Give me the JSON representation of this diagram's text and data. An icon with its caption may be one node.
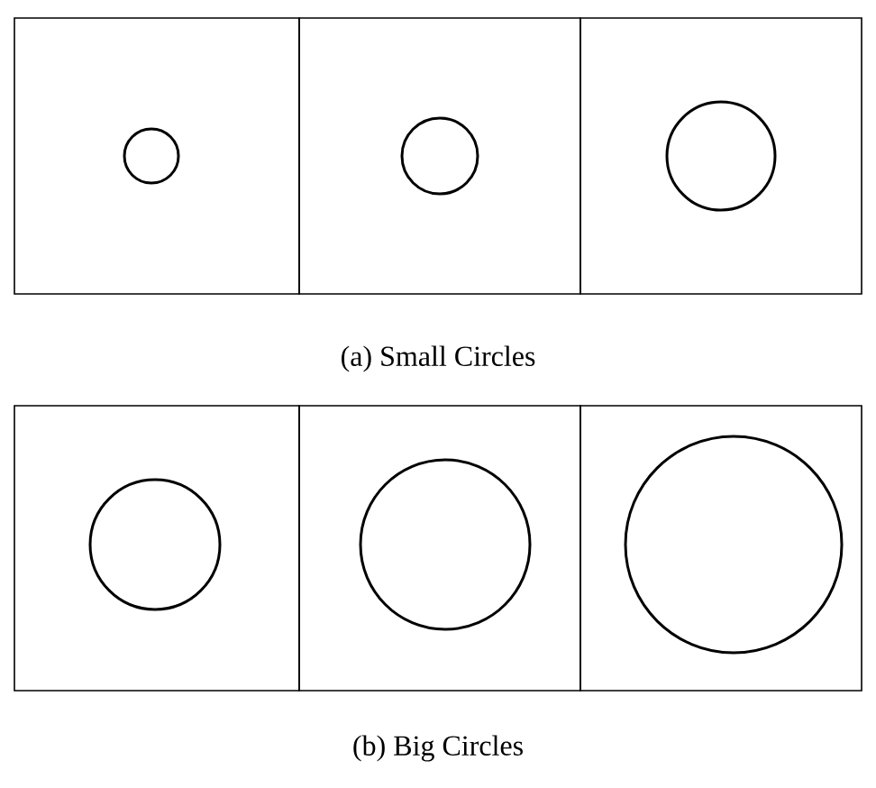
{
  "diagram": {
    "nodes": [
      {
        "text": [],
        "shape": "box"
      },
      {
        "text": [],
        "shape": "box"
      },
      {
        "text": [],
        "shape": "box"
      },
      {
        "text": [],
        "shape": "circle",
        "in": 0
      },
      {
        "text": [],
        "shape": "circle",
        "in": 1
      },
      {
        "text": [],
        "shape": "circle",
        "in": 2
      },
      {
        "text": [],
        "shape": "box"
      },
      {
        "text": [],
        "shape": "box"
      },
      {
        "text": [],
        "shape": "box"
      },
      {
        "text": [],
        "shape": "circle",
        "in": 6
      },
      {
        "text": [],
        "shape": "circle",
        "in": 7
      },
      {
        "text": [],
        "shape": "circle",
        "in": 8
      }
    ],
    "labels": [
      "(a) Small Circles",
      "(b) Big Circles"
    ]
  }
}
